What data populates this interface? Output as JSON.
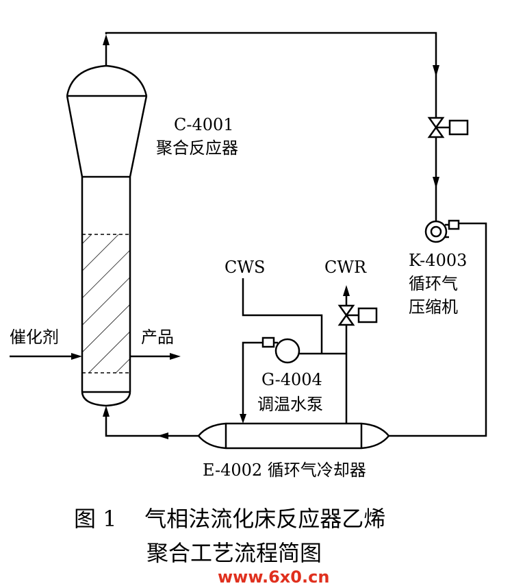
{
  "reactor": {
    "tag": "C-4001",
    "name": "聚合反应器"
  },
  "compressor": {
    "tag": "K-4003",
    "name_line1": "循环气",
    "name_line2": "压缩机"
  },
  "pump": {
    "tag": "G-4004",
    "name": "调温水泵"
  },
  "cooler": {
    "label": "E-4002 循环气冷却器"
  },
  "streams": {
    "cws": "CWS",
    "cwr": "CWR",
    "catalyst": "催化剂",
    "product": "产品"
  },
  "caption": {
    "line1": "图 1    气相法流化床反应器乙烯",
    "line2": "聚合工艺流程简图"
  },
  "watermark": {
    "text": "www.6x0.cn",
    "color": "#e0301e"
  }
}
